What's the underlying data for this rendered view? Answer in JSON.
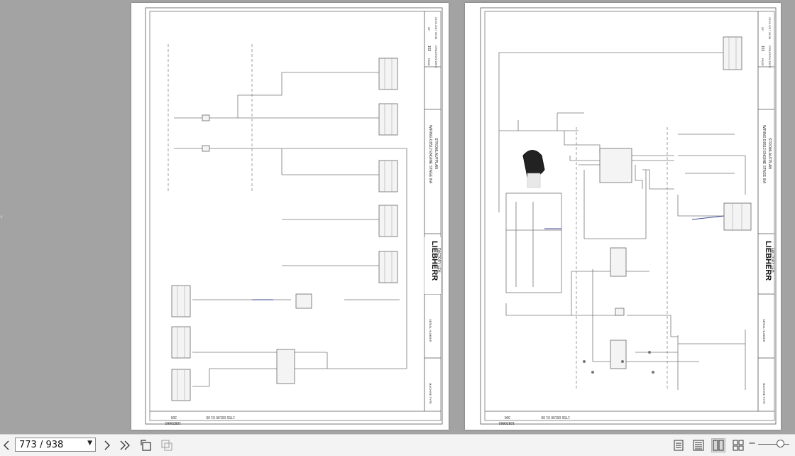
{
  "toolbar": {
    "page_indicator": "773 / 938",
    "prev_icon": "chevron-left-icon",
    "next_icon": "chevron-right-icon",
    "last_icon": "double-chevron-right-icon",
    "zoom_minus": "−"
  },
  "left_page": {
    "brand": "LIEBHERR",
    "factory": "FACTORY LEH",
    "title_line1": "WIRING D9512 ENGINE STAGE IIIA",
    "title_line2": "STROMLAUFPLAN",
    "page_label": "PAGE",
    "page_no": "152",
    "of_label": "OF",
    "date": "23.02.2017 08:38",
    "creation_label": "CREATION DATE",
    "serial_label": "SERIAL NUMBER",
    "machine_label": "MACHINE TYPE",
    "drawing_no": "1T55 00190 01 00",
    "number": "10820660",
    "rev": "300"
  },
  "right_page": {
    "brand": "LIEBHERR",
    "factory": "FACTORY LEH",
    "title_line1": "WIRING D9512 ENGINE STAGE IIIA",
    "title_line2": "STROMLAUFPLAN",
    "page_label": "PAGE",
    "page_no": "153",
    "of_label": "OF",
    "date": "23.02.2017 08:38",
    "creation_label": "CREATION DATE",
    "serial_label": "SERIAL NUMBER",
    "machine_label": "MACHINE TYPE",
    "drawing_no": "1T55 00190 01 00",
    "number": "10820660",
    "rev": "300"
  }
}
